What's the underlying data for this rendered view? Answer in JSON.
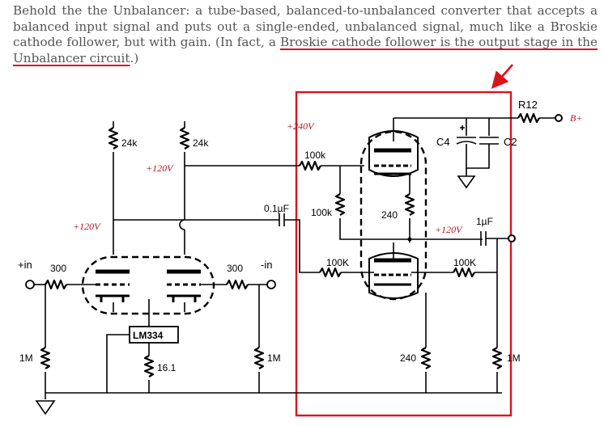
{
  "intro": {
    "text_before": "Behold the the Unbalancer: a tube-based, balanced-to-unbalanced converter that accepts a balanced input signal and puts out a single-ended, unbalanced signal, much like a Broskie cathode follower, but with gain. (In fact, a ",
    "highlight": "Broskie cathode follower is the output stage in the Unbalancer circuit",
    "text_after": ".)"
  },
  "schematic": {
    "r_24k_left": "24k",
    "r_24k_right": "24k",
    "v_120_mid": "+120V",
    "v_120_left": "+120V",
    "v_240": "+240V",
    "v_120_right": "+120V",
    "r12": "R12",
    "b_plus": "B+",
    "c4": "C4",
    "c2": "C2",
    "r_100k_top": "100k",
    "r_100k_left": "100k",
    "r_240_tube": "240",
    "cap_01u": "0.1µF",
    "cap_1u": "1µF",
    "r_100K_a": "100K",
    "r_100K_b": "100K",
    "in_plus": "+in",
    "in_minus": "-in",
    "r_300_left": "300",
    "r_300_right": "300",
    "lm334": "LM334",
    "r_16_1": "16.1",
    "r_1m_left": "1M",
    "r_1m_mid": "1M",
    "r_240_bottom": "240",
    "r_1m_right": "1M"
  },
  "colors": {
    "highlight": "#d9141c",
    "voltage_label": "#b2182b",
    "text": "#555555"
  }
}
